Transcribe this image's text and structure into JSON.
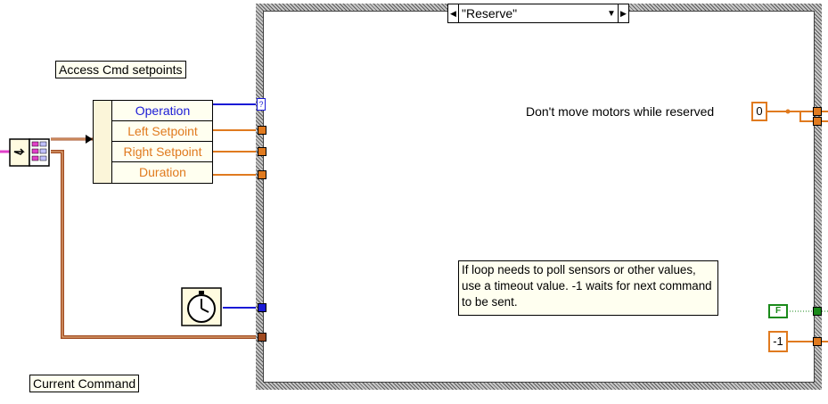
{
  "case_selector": {
    "value": "\"Reserve\""
  },
  "labels": {
    "access_cmd": "Access Cmd setpoints",
    "current_command": "Current Command"
  },
  "unbundle": {
    "items": [
      {
        "label": "Operation",
        "color": "#1a1ad6"
      },
      {
        "label": "Left Setpoint",
        "color": "#e07a1f"
      },
      {
        "label": "Right Setpoint",
        "color": "#e07a1f"
      },
      {
        "label": "Duration",
        "color": "#e07a1f"
      }
    ]
  },
  "reserve_label": "Don't move motors while reserved",
  "reserve_constant": "0",
  "timeout_constant": "-1",
  "bool_constant": "F",
  "comment": "If loop needs to poll sensors or other values, use a timeout value. -1 waits for next command to be sent.",
  "colors": {
    "numeric_wire": "#e07a1f",
    "enum_wire": "#1a1ad6",
    "cluster_wire": "#a04a20",
    "bool_wire": "#1a8a1a",
    "frame": "#8c8c8c"
  }
}
